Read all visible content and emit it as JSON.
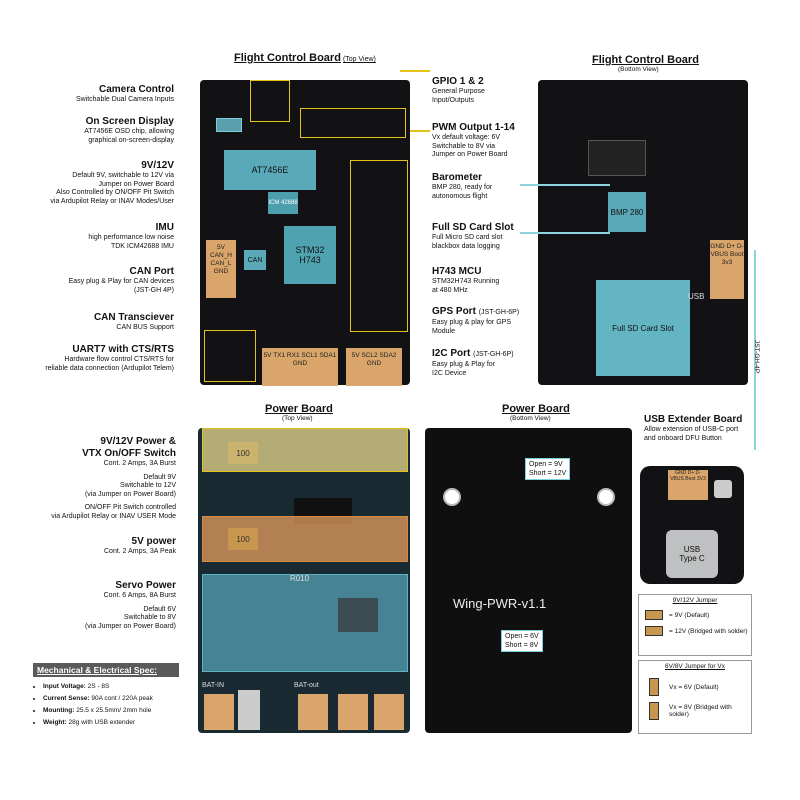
{
  "headings": {
    "fc_top": "Flight Control Board",
    "fc_top_view": "(Top View)",
    "fc_bottom": "Flight Control Board",
    "fc_bottom_view": "(Bottom View)",
    "pb_top": "Power Board",
    "pb_top_view": "(Top View)",
    "pb_bottom": "Power Board",
    "pb_bottom_view": "(Bottom View)"
  },
  "left_labels": [
    {
      "title": "Camera Control",
      "desc": [
        "Switchable Dual Camera Inputs"
      ]
    },
    {
      "title": "On Screen Display",
      "desc": [
        "AT7456E OSD chip, allowing",
        "graphical on-screen-display"
      ]
    },
    {
      "title": "9V/12V",
      "desc": [
        "Default 9V, switchable to 12V via",
        "Jumper on Power Board",
        "Also Controlled by ON/OFF Pit Switch",
        "via Ardupilot Relay or INAV Modes/User"
      ]
    },
    {
      "title": "IMU",
      "desc": [
        "high performance low noise",
        "TDK ICM42688 IMU"
      ]
    },
    {
      "title": "CAN Port",
      "desc": [
        "Easy plug & Play for CAN devices",
        "(JST-GH 4P)"
      ]
    },
    {
      "title": "CAN Transciever",
      "desc": [
        "CAN BUS Support"
      ]
    },
    {
      "title": "UART7 with CTS/RTS",
      "desc": [
        "Hardware flow control CTS/RTS for",
        "reliable data connection (Ardupilot Telem)"
      ]
    }
  ],
  "mid_labels": [
    {
      "title": "GPIO 1 & 2",
      "title_small": "",
      "desc": [
        "General Purpose",
        "Input/Outputs"
      ]
    },
    {
      "title": "PWM Output 1-14",
      "title_small": "",
      "desc": [
        "Vx default voltage: 6V",
        "Switchable to 8V via",
        "Jumper on Power Board"
      ]
    },
    {
      "title": "Barometer",
      "title_small": "",
      "desc": [
        "BMP 280, ready for",
        "autonomous flight"
      ]
    },
    {
      "title": "Full SD Card Slot",
      "title_small": "",
      "desc": [
        "Full Micro SD card slot",
        "blackbox data logging"
      ]
    },
    {
      "title": "H743 MCU",
      "title_small": "",
      "desc": [
        "STM32H743 Running",
        "at 480 MHz"
      ]
    },
    {
      "title": "GPS Port",
      "title_small": "(JST-GH-6P)",
      "desc": [
        "Easy plug & play for GPS",
        "Module"
      ]
    },
    {
      "title": "I2C Port",
      "title_small": "(JST-GH-6P)",
      "desc": [
        "Easy plug & Play for",
        "I2C Device"
      ]
    }
  ],
  "power_labels": [
    {
      "title": "9V/12V Power &",
      "title2": "VTX On/OFF Switch",
      "desc": [
        "Cont. 2 Amps, 3A Burst",
        "",
        "Default 9V",
        "Switchable to 12V",
        "(via Jumper on Power Board)",
        "",
        "ON/OFF Pit Switch controlled",
        "via Ardupilot Relay or INAV USER Mode"
      ]
    },
    {
      "title": "5V power",
      "title2": "",
      "desc": [
        "Cont. 2 Amps, 3A Peak"
      ]
    },
    {
      "title": "Servo Power",
      "title2": "",
      "desc": [
        "Cont. 6 Amps, 8A Burst",
        "",
        "Default 6V",
        "Switchable to 8V",
        "(via Jumper on Power Board)"
      ]
    }
  ],
  "spec": {
    "title": "Mechanical & Electrical Spec:",
    "items": [
      {
        "k": "Input Voltage:",
        "v": "2S - 8S"
      },
      {
        "k": "Current Sense:",
        "v": "90A cont / 220A peak"
      },
      {
        "k": "Mounting:",
        "v": "25.5 x 25.5mm/ 2mm hole"
      },
      {
        "k": "Weight:",
        "v": "28g with USB extender"
      }
    ]
  },
  "usb_ext": {
    "title": "USB Extender Board",
    "desc": [
      "Allow extension of USB-C port",
      "and onboard DFU Button"
    ],
    "cable": "JST-GH-4P",
    "usb": "USB",
    "typec": "Type C",
    "pins": "GND D+ D- VBUS Boot 3V3"
  },
  "board_text": {
    "osd": "AT7456E",
    "icm": "ICM 42688",
    "stm": "STM32 H743",
    "can": "CAN",
    "can_pads": "5V CAN_H CAN_L GND",
    "gps_pads": "5V TX1 RX1 SCL1 SDA1 GND",
    "i2c_pads": "5V SCL2 SDA2 GND",
    "bmp": "BMP 280",
    "sd": "Full SD Card Slot",
    "usb": "USB",
    "usb_pads": "GND D+ D- VBUS Boot 3v3",
    "pwr_name": "Wing-PWR-v1.1",
    "open_9": "Open = 9V",
    "short_12": "Short = 12V",
    "open_6": "Open = 6V",
    "short_8": "Short = 8V",
    "bat_in": "BAT-IN",
    "bat_out": "BAT-out",
    "gnd": "GND",
    "r010": "R010",
    "c100": "100"
  },
  "jumper_boxes": [
    {
      "title": "9V/12V Jumper",
      "rows": [
        "= 9V (Default)",
        "= 12V (Bridged with solder)"
      ]
    },
    {
      "title": "6V/8V Jumper for Vx",
      "rows": [
        "Vx = 6V (Default)",
        "Vx = 8V (Bridged with solder)"
      ]
    }
  ],
  "colors": {
    "yellow": "#e3c21a",
    "cyan": "#7ad0de",
    "orange": "#d9a56a",
    "board": "#121214"
  }
}
